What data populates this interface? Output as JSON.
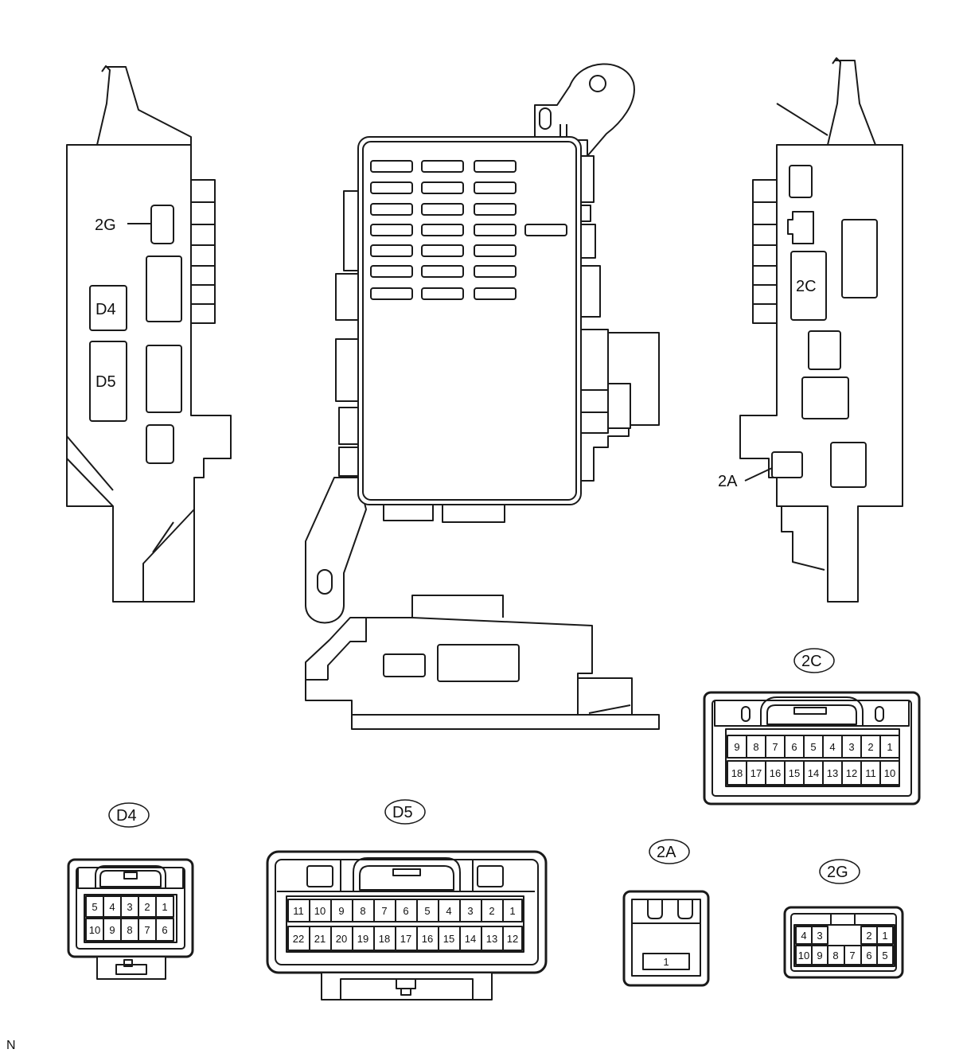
{
  "labels": {
    "left_view": {
      "conn_2g": "2G",
      "conn_d4": "D4",
      "conn_d5": "D5"
    },
    "right_view": {
      "conn_2c": "2C",
      "conn_2a": "2A"
    }
  },
  "connectors": {
    "2C": {
      "tag": "2C",
      "top_row": [
        "9",
        "8",
        "7",
        "6",
        "5",
        "4",
        "3",
        "2",
        "1"
      ],
      "bottom_row": [
        "18",
        "17",
        "16",
        "15",
        "14",
        "13",
        "12",
        "11",
        "10"
      ]
    },
    "D4": {
      "tag": "D4",
      "top_row": [
        "5",
        "4",
        "3",
        "2",
        "1"
      ],
      "bottom_row": [
        "10",
        "9",
        "8",
        "7",
        "6"
      ]
    },
    "D5": {
      "tag": "D5",
      "top_row": [
        "11",
        "10",
        "9",
        "8",
        "7",
        "6",
        "5",
        "4",
        "3",
        "2",
        "1"
      ],
      "bottom_row": [
        "22",
        "21",
        "20",
        "19",
        "18",
        "17",
        "16",
        "15",
        "14",
        "13",
        "12"
      ]
    },
    "2A": {
      "tag": "2A",
      "pin": "1"
    },
    "2G": {
      "tag": "2G",
      "top_left": [
        "4",
        "3"
      ],
      "top_right": [
        "2",
        "1"
      ],
      "bottom_row": [
        "10",
        "9",
        "8",
        "7",
        "6",
        "5"
      ]
    }
  },
  "footer": {
    "code": "N"
  }
}
